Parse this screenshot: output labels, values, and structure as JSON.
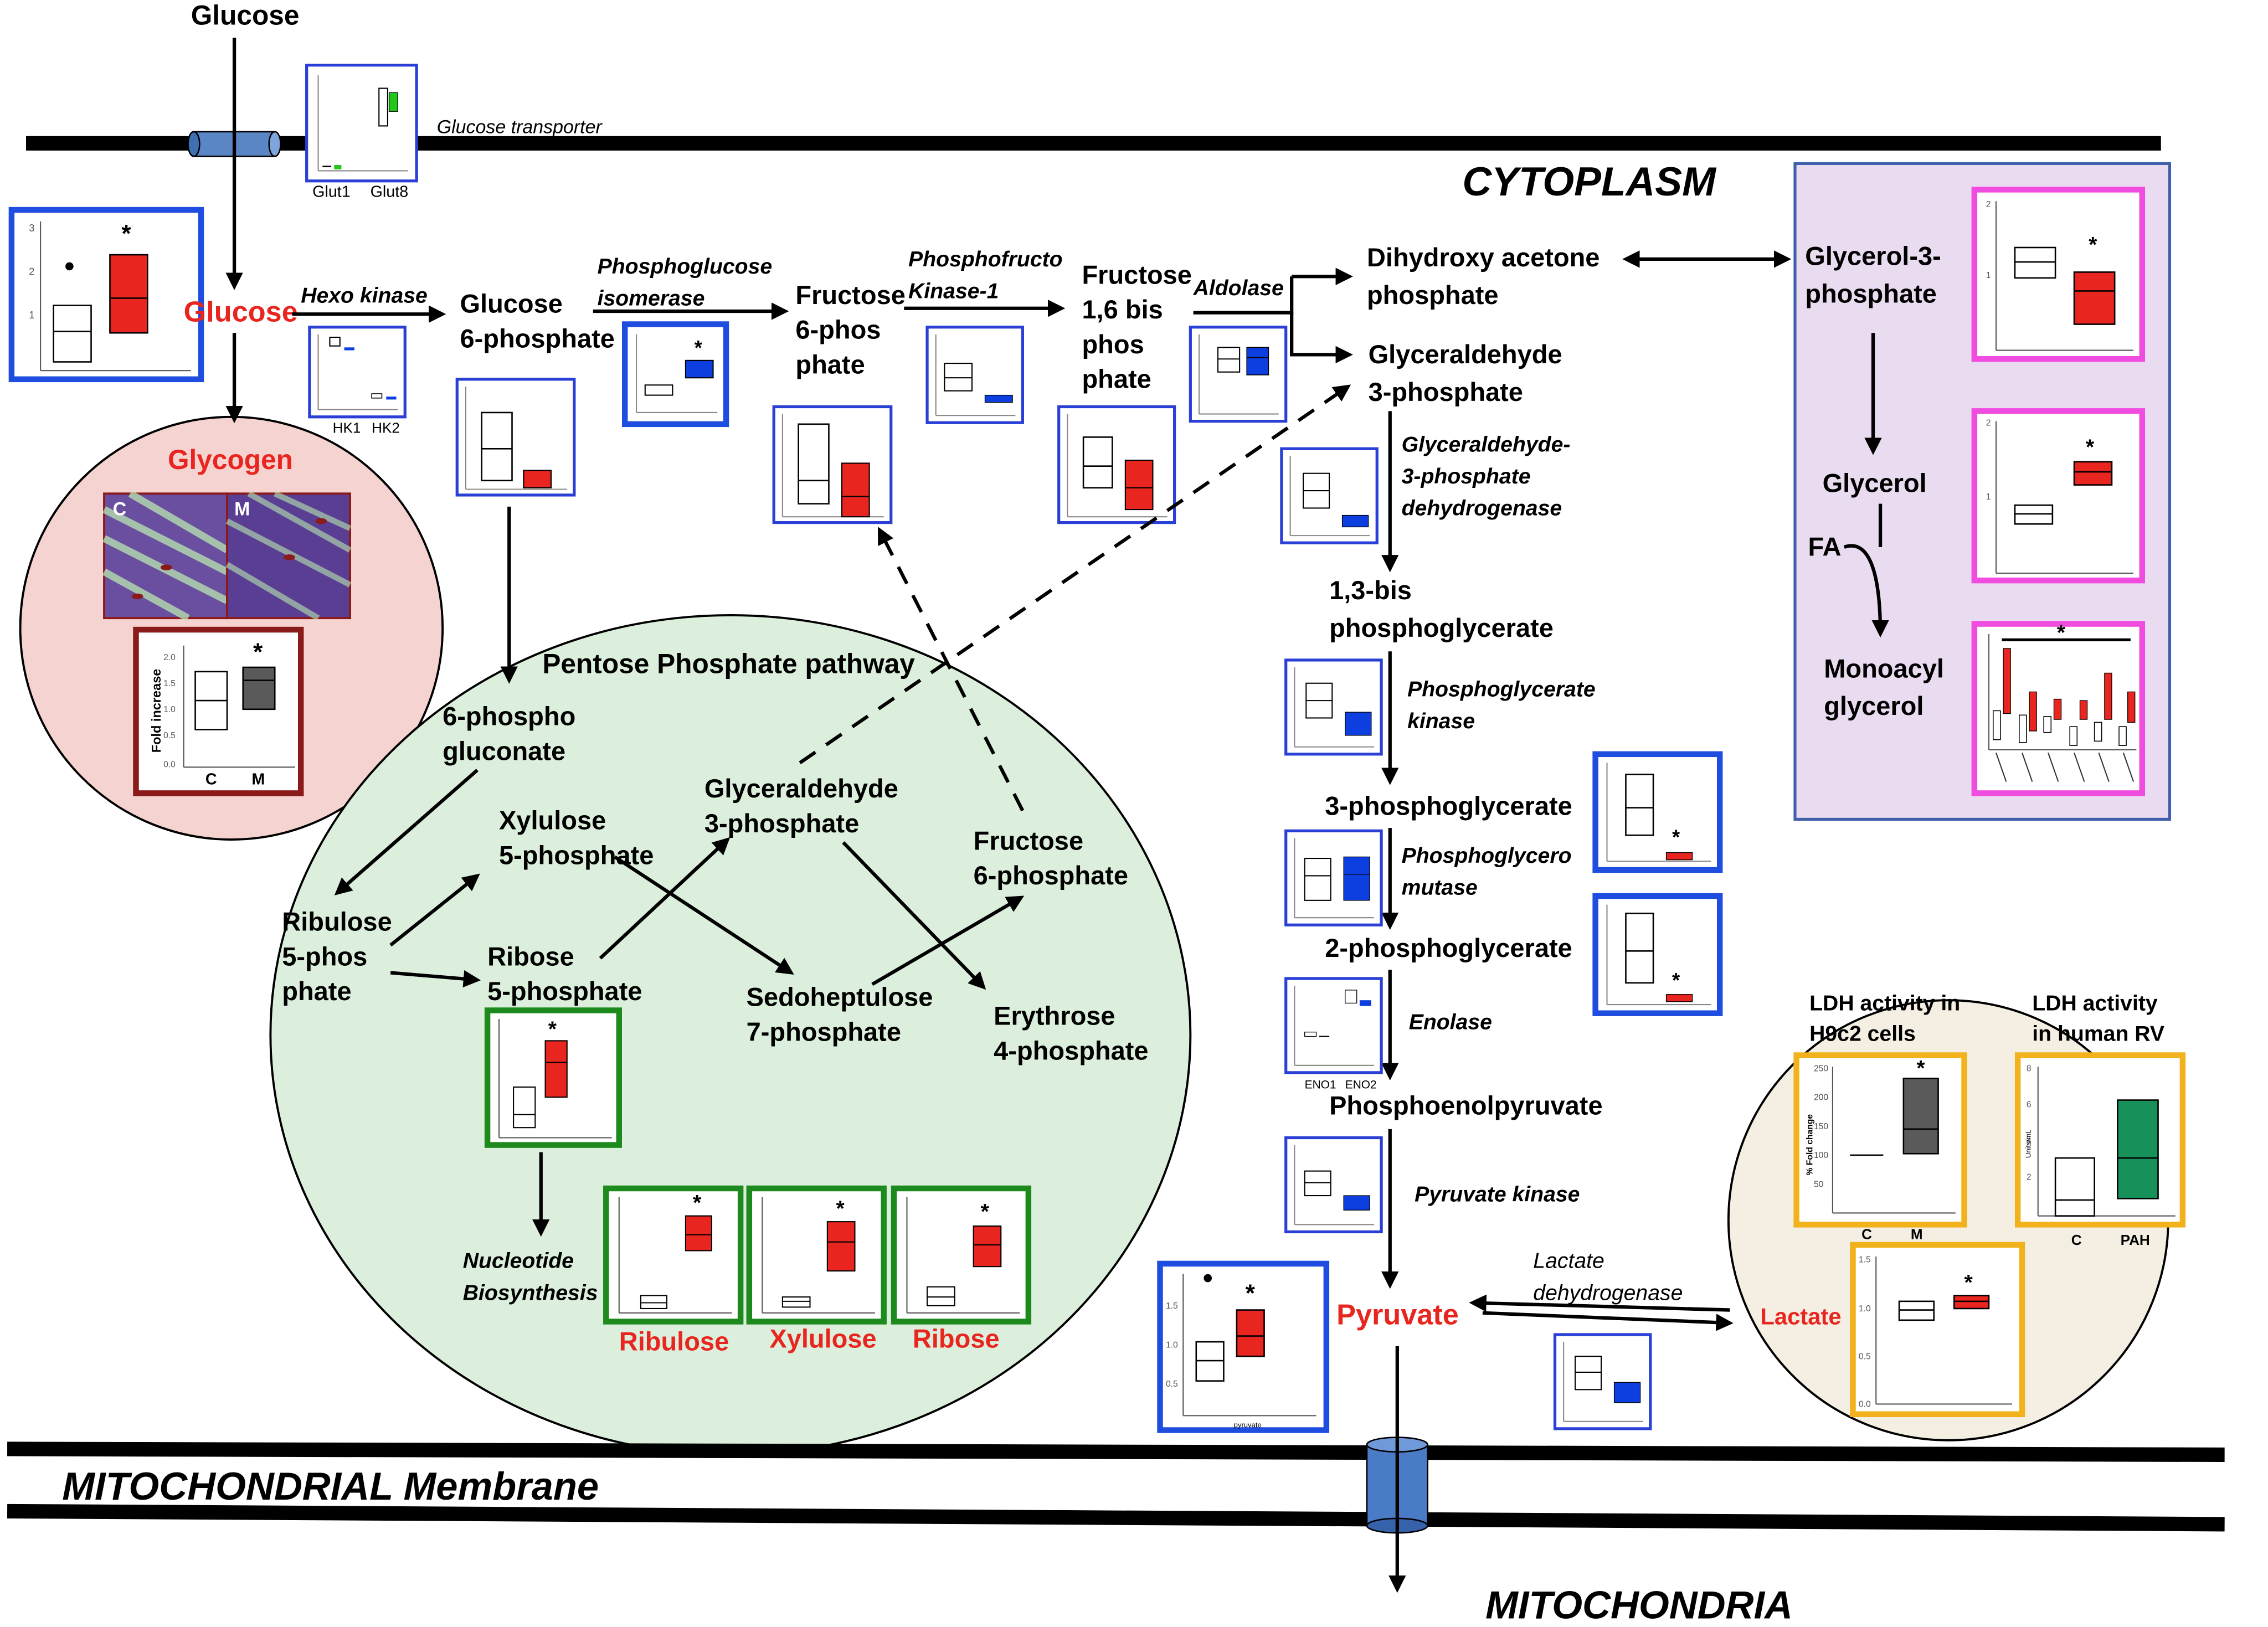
{
  "compartments": {
    "cytoplasm": "CYTOPLASM",
    "mito_membrane": "MITOCHONDRIAL Membrane",
    "mitochondria": "MITOCHONDRIA"
  },
  "top": {
    "glucose_outside": "Glucose",
    "transporter_label": "Glucose transporter",
    "glut1": "Glut1",
    "glut8": "Glut8"
  },
  "glycolysis": {
    "glucose": "Glucose",
    "hexokinase": "Hexo kinase",
    "hk1": "HK1",
    "hk2": "HK2",
    "g6p": [
      "Glucose",
      "6-phosphate"
    ],
    "pgi": [
      "Phosphoglucose",
      "isomerase"
    ],
    "f6p": [
      "Fructose",
      "6-phos",
      "phate"
    ],
    "pfk": [
      "Phosphofructo",
      "Kinase-1"
    ],
    "f16bp": [
      "Fructose",
      "1,6 bis",
      "phos",
      "phate"
    ],
    "aldolase": "Aldolase",
    "dhap": [
      "Dihydroxy acetone",
      "phosphate"
    ],
    "gap": [
      "Glyceraldehyde",
      "3-phosphate"
    ],
    "gapdh": [
      "Glyceraldehyde-",
      "3-phosphate",
      "dehydrogenase"
    ],
    "bpg13": [
      "1,3-bis",
      "phosphoglycerate"
    ],
    "pgk": [
      "Phosphoglycerate",
      "kinase"
    ],
    "pg3": "3-phosphoglycerate",
    "pgm": [
      "Phosphoglycero",
      "mutase"
    ],
    "pg2": "2-phosphoglycerate",
    "enolase": "Enolase",
    "eno1": "ENO1",
    "eno2": "ENO2",
    "pep": "Phosphoenolpyruvate",
    "pk": "Pyruvate kinase",
    "pyruvate": "Pyruvate",
    "ldh": [
      "Lactate",
      "dehydrogenase"
    ]
  },
  "glycogen_panel": {
    "title": "Glycogen",
    "img_c": "C",
    "img_m": "M",
    "ylabel": "Fold increase",
    "x_c": "C",
    "x_m": "M",
    "star": "*"
  },
  "glycerol_panel": {
    "g3p": [
      "Glycerol-3-",
      "phosphate"
    ],
    "glycerol": "Glycerol",
    "fa": "FA",
    "mag": [
      "Monoacyl",
      "glycerol"
    ]
  },
  "ppp": {
    "title": "Pentose Phosphate pathway",
    "pg6": [
      "6-phospho",
      "gluconate"
    ],
    "ru5p": [
      "Ribulose",
      "5-phos",
      "phate"
    ],
    "xu5p": [
      "Xylulose",
      "5-phosphate"
    ],
    "r5p": [
      "Ribose",
      "5-phosphate"
    ],
    "gap": [
      "Glyceraldehyde",
      "3-phosphate"
    ],
    "s7p": [
      "Sedoheptulose",
      "7-phosphate"
    ],
    "f6p": [
      "Fructose",
      "6-phosphate"
    ],
    "e4p": [
      "Erythrose",
      "4-phosphate"
    ],
    "nucleotide": [
      "Nucleotide",
      "Biosynthesis"
    ],
    "ribulose": "Ribulose",
    "xylulose": "Xylulose",
    "ribose": "Ribose"
  },
  "lactate_panel": {
    "ldh_h9c2": [
      "LDH activity in",
      "H9c2 cells"
    ],
    "ldh_human": [
      "LDH activity",
      "in human RV"
    ],
    "lactate": "Lactate",
    "h9c2_ylabel": "% Fold change",
    "h9c2_x": [
      "C",
      "M"
    ],
    "human_x": [
      "C",
      "PAH"
    ],
    "human_ylabel": "Units/mL"
  },
  "pyruvate_plot_label": "pyruvate",
  "colors": {
    "control": "#ffffff",
    "up": "#e8251e",
    "down": "#0d3fe0",
    "glut8": "#22c71a",
    "glycogen_box": "#8b1a1a",
    "ppp_box": "#1d8a1d",
    "glycerol_box": "#f04ce0",
    "lactate_box": "#f2b21b",
    "pah": "#16915a",
    "m_grey": "#5a5a5a",
    "ppp_fill": "#dcefdc",
    "glycogen_fill": "#f5d3d1",
    "glycerol_fill": "#eadcf0",
    "lactate_fill": "#f4efe2"
  }
}
